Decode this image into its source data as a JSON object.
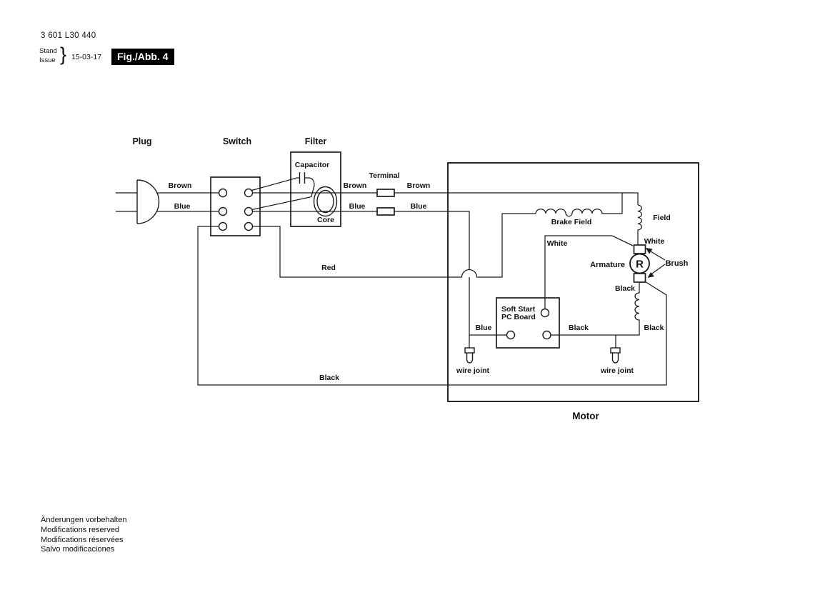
{
  "header": {
    "part_number": "3 601 L30 440",
    "stand_label": "Stand",
    "issue_label": "Issue",
    "brace": "}",
    "date": "15-03-17",
    "figure_label": "Fig./Abb. 4"
  },
  "labels": {
    "plug": "Plug",
    "switch": "Switch",
    "filter": "Filter",
    "terminal": "Terminal",
    "motor": "Motor",
    "capacitor": "Capacitor",
    "core": "Core",
    "brake_field": "Brake Field",
    "field": "Field",
    "armature": "Armature",
    "rotor": "R",
    "brush": "Brush",
    "soft_start_1": "Soft Start",
    "soft_start_2": "PC Board",
    "wire_joint_left": "wire joint",
    "wire_joint_right": "wire joint"
  },
  "wires": {
    "brown_plug": "Brown",
    "blue_plug": "Blue",
    "brown_terminal_in": "Brown",
    "brown_terminal_out": "Brown",
    "blue_terminal_in": "Blue",
    "blue_terminal_out": "Blue",
    "red": "Red",
    "white_pcb": "White",
    "white_brush": "White",
    "black_brush": "Black",
    "black_field_coil": "Black",
    "blue_pcb": "Blue",
    "black_pcb": "Black",
    "black_return": "Black"
  },
  "footer": {
    "lines": [
      "Änderungen vorbehalten",
      "Modifications reserved",
      "Modifications réservées",
      "Salvo modificaciones"
    ]
  },
  "colors": {
    "ink": "#1a1a1a",
    "badge_bg": "#000000",
    "badge_text": "#ffffff",
    "background": "#ffffff"
  }
}
